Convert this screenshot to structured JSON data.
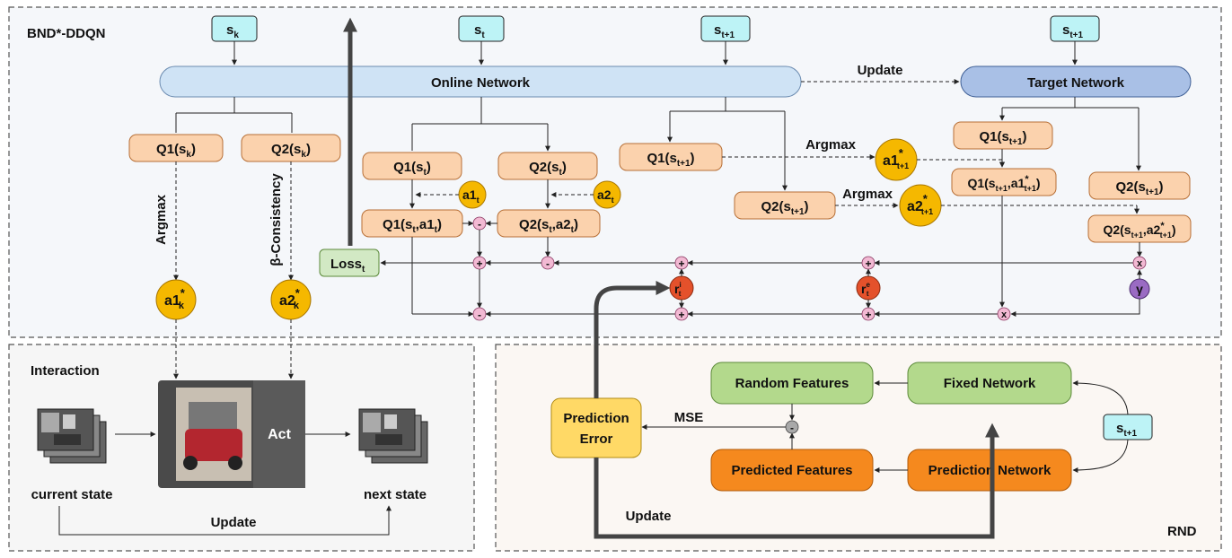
{
  "panels": {
    "ddqn_title": "BND*-DDQN",
    "interaction_title": "Interaction",
    "rnd_title": "RND"
  },
  "inputs": {
    "sk": "s",
    "sk_sub": "k",
    "st": "s",
    "st_sub": "t",
    "st1": "s",
    "st1_sub": "t+1",
    "st1_target": "s",
    "st1_target_sub": "t+1",
    "st1_rnd": "s",
    "st1_rnd_sub": "t+1"
  },
  "networks": {
    "online": "Online Network",
    "target": "Target Network",
    "update_label": "Update"
  },
  "qnodes": {
    "q1sk": "Q1(s",
    "q1sk_sub": "k",
    "q1sk_end": ")",
    "q2sk": "Q2(s",
    "q2sk_sub": "k",
    "q2sk_end": ")",
    "q1st": "Q1(s",
    "q1st_sub": "t",
    "q1st_end": ")",
    "q2st": "Q2(s",
    "q2st_sub": "t",
    "q2st_end": ")",
    "q1sta": "Q1(s",
    "q1sta_sub": "t",
    "q1sta_mid": ",a1",
    "q1sta_sub2": "t",
    "q1sta_end": ")",
    "q2sta": "Q2(s",
    "q2sta_sub": "t",
    "q2sta_mid": ",a2",
    "q2sta_sub2": "t",
    "q2sta_end": ")",
    "q1st1": "Q1(s",
    "q1st1_sub": "t+1",
    "q1st1_end": ")",
    "q2st1": "Q2(s",
    "q2st1_sub": "t+1",
    "q2st1_end": ")",
    "tq1st1": "Q1(s",
    "tq1st1_sub": "t+1",
    "tq1st1_end": ")",
    "tq1st1a": "Q1(s",
    "tq1st1a_sub": "t+1",
    "tq1st1a_mid": ",a1",
    "tq1st1a_sup": "*",
    "tq1st1a_sub2": "t+1",
    "tq1st1a_end": ")",
    "tq2st1": "Q2(s",
    "tq2st1_sub": "t+1",
    "tq2st1_end": ")",
    "tq2st1a": "Q2(s",
    "tq2st1a_sub": "t+1",
    "tq2st1a_mid": ",a2",
    "tq2st1a_sup": "*",
    "tq2st1a_sub2": "t+1",
    "tq2st1a_end": ")"
  },
  "actions": {
    "a1t": "a1",
    "a1t_sub": "t",
    "a2t": "a2",
    "a2t_sub": "t",
    "a1k": "a1",
    "a1k_sup": "*",
    "a1k_sub": "k",
    "a2k": "a2",
    "a2k_sup": "*",
    "a2k_sub": "k",
    "a1t1": "a1",
    "a1t1_sup": "*",
    "a1t1_sub": "t+1",
    "a2t1": "a2",
    "a2t1_sup": "*",
    "a2t1_sub": "t+1"
  },
  "labels": {
    "argmax": "Argmax",
    "beta_consistency": "β-Consistency",
    "loss": "Loss",
    "loss_sub": "t",
    "ri": "r",
    "ri_sup": "i",
    "ri_sub": "t",
    "re": "r",
    "re_sup": "e",
    "re_sub": "t",
    "gamma": "γ",
    "minus": "-",
    "plus": "+",
    "times": "x"
  },
  "interaction": {
    "current_state": "current state",
    "next_state": "next state",
    "act": "Act",
    "update": "Update"
  },
  "rnd": {
    "random_features": "Random Features",
    "fixed_network": "Fixed Network",
    "predicted_features": "Predicted Features",
    "prediction_network": "Prediction Network",
    "prediction_error_1": "Prediction",
    "prediction_error_2": "Error",
    "mse": "MSE",
    "update": "Update"
  }
}
